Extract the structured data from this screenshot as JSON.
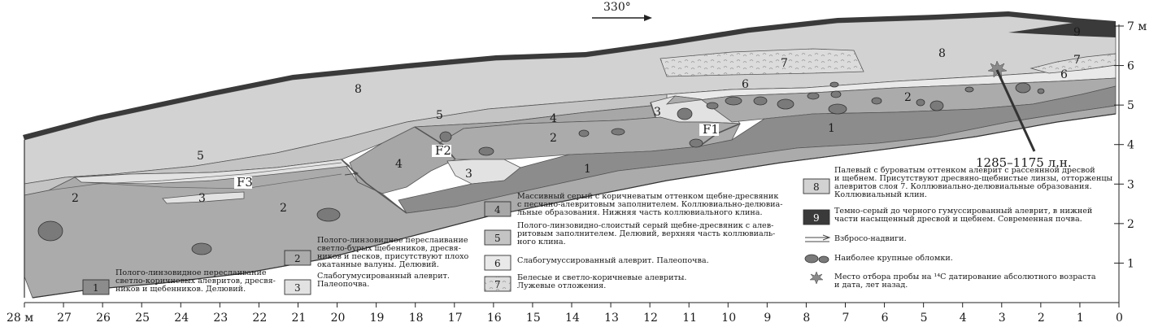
{
  "orientation": "330°",
  "x_axis": {
    "unit_label": "м",
    "ticks": [
      "28 м",
      "27",
      "26",
      "25",
      "24",
      "23",
      "22",
      "21",
      "20",
      "19",
      "18",
      "17",
      "16",
      "15",
      "14",
      "13",
      "12",
      "11",
      "10",
      "9",
      "8",
      "7",
      "6",
      "5",
      "4",
      "3",
      "2",
      "1",
      "0"
    ]
  },
  "y_axis": {
    "ticks": [
      "1",
      "2",
      "3",
      "4",
      "5",
      "6",
      "7 м"
    ]
  },
  "faults": [
    "F1",
    "F2",
    "F3"
  ],
  "sample_date": "1285–1175 л.н.",
  "layer_labels": {
    "1": "1",
    "2": "2",
    "3": "3",
    "4": "4",
    "5": "5",
    "6": "6",
    "7": "7",
    "8": "8",
    "9": "9"
  },
  "colors": {
    "layer1": "#8c8c8c",
    "layer2": "#ababab",
    "layer3": "#e2e2e2",
    "layer4": "#a7a7a7",
    "layer5": "#c4c4c4",
    "layer6": "#e9e9e9",
    "layer7": "#dadada",
    "layer8": "#d2d2d2",
    "layer9": "#3a3a3a",
    "outline": "#555555",
    "sample_star": "#8a8a8a"
  },
  "legend": [
    {
      "num": "1",
      "lines": [
        "Полого-линзовидное переслаивание",
        "светло-коричневых алевритов, дресвя-",
        "ников и щебенников. Делювий."
      ]
    },
    {
      "num": "2",
      "lines": [
        "Полого-линзовидное переслаивание",
        "светло-бурых щебенников, дресвя-",
        "ников и песков, присутствуют плохо",
        "окатанные валуны. Делювий."
      ]
    },
    {
      "num": "3",
      "lines": [
        "Слабогумусированный алеврит.",
        "Палеопочва."
      ]
    },
    {
      "num": "4",
      "lines": [
        "Массивный серый с коричневатым оттенком щебне-дресвяник",
        "с песчано-алевритовым заполнителем. Коллювиально-делювиа-",
        "льные образования. Нижняя часть коллювиального клина."
      ]
    },
    {
      "num": "5",
      "lines": [
        "Полого-линзовидно-слоистый серый щебне-дресвяник с алев-",
        "ритовым заполнителем. Делювий, верхняя часть коллювиаль-",
        "ного клина."
      ]
    },
    {
      "num": "6",
      "lines": [
        "Слабогумуссированный алеврит. Палеопочва."
      ]
    },
    {
      "num": "7",
      "lines": [
        "Белесые и светло-коричневые алевриты.",
        "Лужевые отложения."
      ]
    },
    {
      "num": "8",
      "lines": [
        "Палевый с буроватым оттенком алеврит с рассеянной дресвой",
        "и щебнем. Присутствуют дресвяно-щебнистые линзы, отторженцы",
        "алевритов слоя 7. Коллювиально-делювиальные образования.",
        "Коллювиальный клин."
      ]
    },
    {
      "num": "9",
      "lines": [
        "Темно-серый до черного гумуссированный алеврит, в нижней",
        "части насыщенный дресвой и щебнем. Современная почва."
      ]
    },
    {
      "num": "",
      "lines": [
        "Взбросо-надвиги."
      ]
    },
    {
      "num": "",
      "lines": [
        "Наиболее крупные обломки."
      ]
    },
    {
      "num": "",
      "lines": [
        "Место отбора пробы на ¹⁴C датирование абсолютного возраста",
        "и дата, лет назад."
      ]
    }
  ]
}
